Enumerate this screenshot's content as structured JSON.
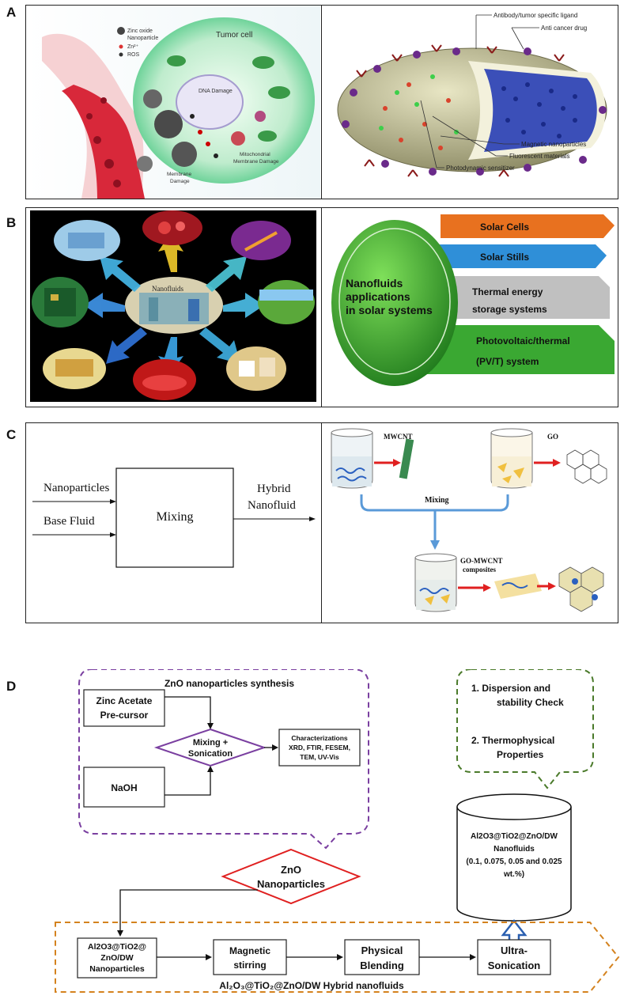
{
  "panels": {
    "a": {
      "letter": "A",
      "left": {
        "legend": [
          "Zinc oxide",
          "Nanoparticle",
          "Zn²⁺",
          "ROS"
        ],
        "tumor_cell": "Tumor cell",
        "dna_damage": "DNA Damage",
        "mito_damage_1": "Mitochondrial",
        "mito_damage_2": "Membrane Damage",
        "membrane_damage_1": "Membrane",
        "membrane_damage_2": "Damage"
      },
      "right": {
        "antibody": "Antibody/tumor specific ligand",
        "drug": "Anti cancer drug",
        "magnetic": "Magnetic nanoparticles",
        "fluorescent": "Fluorescent materials",
        "photodynamic": "Photodynamic sensitizer"
      }
    },
    "b": {
      "letter": "B",
      "left": {
        "center_label": "Nanofluids"
      },
      "right": {
        "circle_line1": "Nanofluids",
        "circle_line2": "applications",
        "circle_line3": "in solar systems",
        "item1": "Solar Cells",
        "item2": "Solar Stills",
        "item3_line1": "Thermal energy",
        "item3_line2": "storage systems",
        "item4_line1": "Photovoltaic/thermal",
        "item4_line2": "(PV/T) system"
      },
      "colors": {
        "orange": "#e8711f",
        "blue": "#2f8fd8",
        "gray": "#b8b8b8",
        "green": "#3aa832"
      }
    },
    "c": {
      "letter": "C",
      "left": {
        "input1": "Nanoparticles",
        "input2": "Base Fluid",
        "process": "Mixing",
        "output_line1": "Hybrid",
        "output_line2": "Nanofluid"
      },
      "right": {
        "mwcnt": "MWCNT",
        "go": "GO",
        "mixing": "Mixing",
        "composite_line1": "GO-MWCNT",
        "composite_line2": "composites"
      }
    },
    "d": {
      "letter": "D",
      "synthesis_title": "ZnO nanoparticles synthesis",
      "zinc_acetate_line1": "Zinc Acetate",
      "zinc_acetate_line2": "Pre-cursor",
      "naoh": "NaOH",
      "mixing_line1": "Mixing +",
      "mixing_line2": "Sonication",
      "char_line1": "Characterizations",
      "char_line2": "XRD, FTIR, FESEM,",
      "char_line3": "TEM, UV-Vis",
      "zno_line1": "ZnO",
      "zno_line2": "Nanoparticles",
      "check_item1_line1": "1.   Dispersion and",
      "check_item1_line2": "stability Check",
      "check_item2_line1": "2.   Thermophysical",
      "check_item2_line2": "Properties",
      "cyl_line1": "Al2O3@TiO2@ZnO/DW",
      "cyl_line2": "Nanofluids",
      "cyl_line3": "(0.1, 0.075, 0.05 and 0.025",
      "cyl_line4": "wt.%)",
      "box1_line1": "Al2O3@TiO2@",
      "box1_line2": "ZnO/DW",
      "box1_line3": "Nanoparticles",
      "box2_line1": "Magnetic",
      "box2_line2": "stirring",
      "box3_line1": "Physical",
      "box3_line2": "Blending",
      "box4_line1": "Ultra-",
      "box4_line2": "Sonication",
      "bottom_title": "Al₂O₃@TiO₂@ZnO/DW Hybrid nanofluids",
      "colors": {
        "purple": "#7a3fa0",
        "green": "#4a7a2a",
        "red": "#e02020",
        "orange": "#d4821e",
        "blue": "#2a5fb0"
      }
    }
  }
}
